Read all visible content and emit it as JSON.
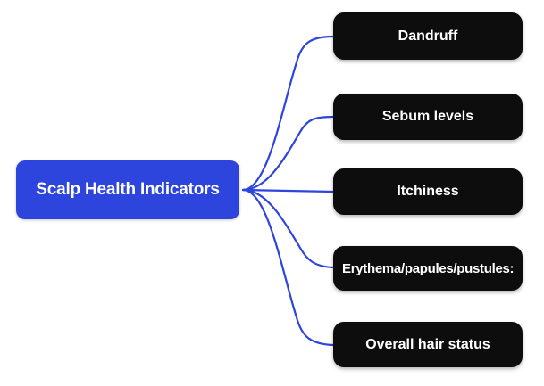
{
  "diagram": {
    "type": "mind-map",
    "orientation": "left-to-right",
    "background_color": "#ffffff",
    "root": {
      "label": "Scalp Health Indicators",
      "fill_color": "#2D44DD",
      "text_color": "#ffffff"
    },
    "connector": {
      "color": "#2D44DD",
      "width": 2,
      "style": "curved-fan"
    },
    "branch_style": {
      "fill_color": "#0d0d0d",
      "text_color": "#ffffff"
    },
    "branches": [
      {
        "label": "Dandruff"
      },
      {
        "label": "Sebum levels"
      },
      {
        "label": "Itchiness"
      },
      {
        "label": "Erythema/papules/pustules:"
      },
      {
        "label": "Overall hair status"
      }
    ]
  }
}
